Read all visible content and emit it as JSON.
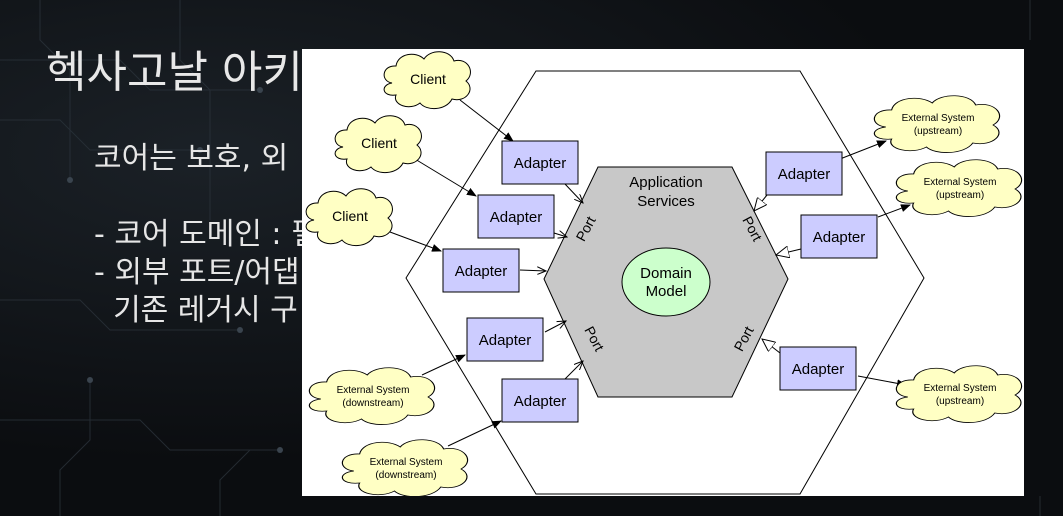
{
  "slide": {
    "title": "헥사고날 아키텍처",
    "bullets": [
      "코어는 보호, 외",
      "",
      "- 코어 도메인 : 필",
      "- 외부 포트/어댑",
      "  기존 레거시 구"
    ]
  },
  "diagram": {
    "app_services": [
      "Application",
      "Services"
    ],
    "domain_model": [
      "Domain",
      "Model"
    ],
    "port_label": "Port",
    "adapter_label": "Adapter",
    "client_label": "Client",
    "ext_up": [
      "External System",
      "(upstream)"
    ],
    "ext_down": [
      "External System",
      "(downstream)"
    ],
    "colors": {
      "adapter_fill": "#ccccff",
      "cloud_fill": "#ffffc4",
      "hex_inner_fill": "#c8c8c8",
      "domain_fill": "#ccffcc"
    }
  }
}
